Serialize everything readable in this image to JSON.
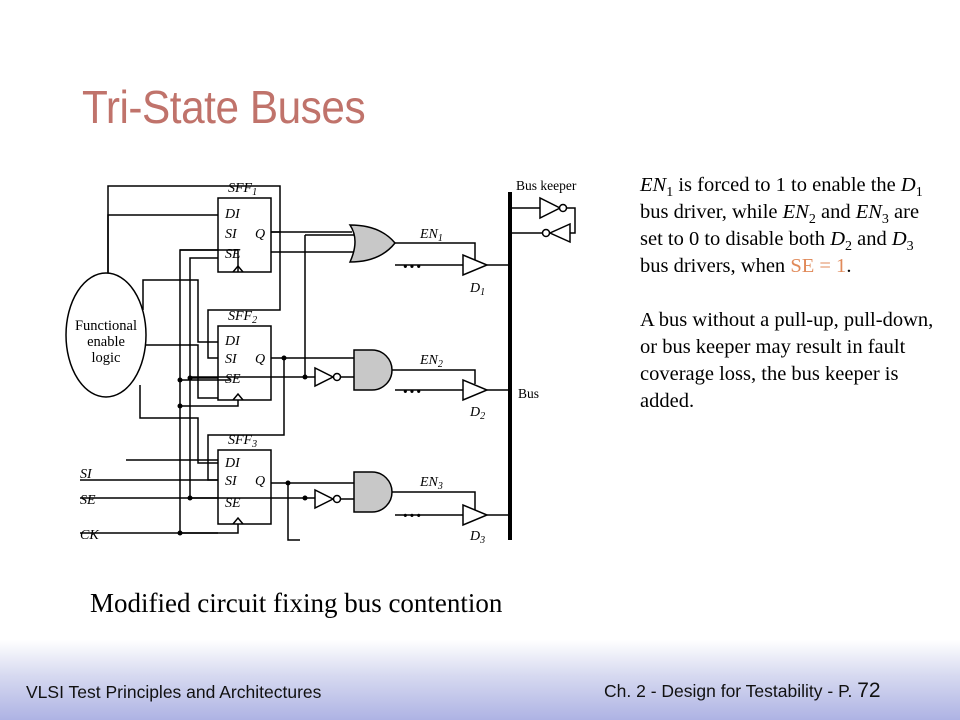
{
  "slide": {
    "title": "Tri-State Buses"
  },
  "diagram": {
    "ffs": [
      {
        "name": "SFF",
        "sub": "1",
        "DI": "DI",
        "SI": "SI",
        "SE": "SE",
        "Q": "Q"
      },
      {
        "name": "SFF",
        "sub": "2",
        "DI": "DI",
        "SI": "SI",
        "SE": "SE",
        "Q": "Q"
      },
      {
        "name": "SFF",
        "sub": "3",
        "DI": "DI",
        "SI": "SI",
        "SE": "SE",
        "Q": "Q"
      }
    ],
    "logic": [
      "Functional",
      "enable",
      "logic"
    ],
    "inputs": {
      "si": "SI",
      "se": "SE",
      "ck": "CK"
    },
    "enables": [
      {
        "name": "EN",
        "sub": "1"
      },
      {
        "name": "EN",
        "sub": "2"
      },
      {
        "name": "EN",
        "sub": "3"
      }
    ],
    "drivers": [
      {
        "name": "D",
        "sub": "1"
      },
      {
        "name": "D",
        "sub": "2"
      },
      {
        "name": "D",
        "sub": "3"
      }
    ],
    "dots": "···",
    "bus_keeper": "Bus keeper",
    "bus": "Bus"
  },
  "notes": {
    "p1": {
      "en1": "EN",
      "en1_sub": "1",
      "t1": " is forced to 1 to enable the ",
      "d1": "D",
      "d1_sub": "1",
      "t2": " bus driver, while ",
      "en2": "EN",
      "en2_sub": "2",
      "t3": " and ",
      "en3": "EN",
      "en3_sub": "3",
      "t4": " are set to 0 to disable both ",
      "d2": "D",
      "d2_sub": "2",
      "t5": " and ",
      "d3": "D",
      "d3_sub": "3",
      "t6": " bus drivers, when ",
      "se_cond": "SE = 1",
      "t7": "."
    },
    "p2": "A bus without a pull-up, pull-down, or bus keeper may result in fault coverage loss, the bus keeper is added."
  },
  "caption": "Modified circuit fixing bus contention",
  "footer": {
    "left": "VLSI Test Principles and Architectures",
    "right": "Ch. 2 - Design for Testability - P. ",
    "page": "72"
  }
}
